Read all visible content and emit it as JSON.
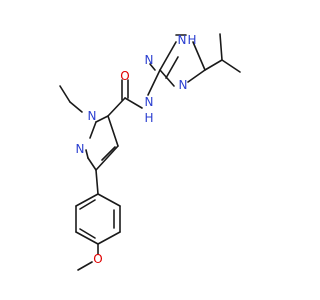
{
  "molecule": {
    "atoms": {
      "o_carbonyl": "O",
      "n_amide": "N",
      "h_amide": "H",
      "n_pyrazole_1": "N",
      "n_pyrazole_2": "N",
      "n_triazole_1": "N",
      "h_triazole": "H",
      "n_triazole_2": "N",
      "n_triazole_4": "N",
      "o_methoxy": "O"
    }
  },
  "colors": {
    "bond": "#1a1a1a",
    "nitrogen": "#2b3fd0",
    "oxygen": "#e00000",
    "background": "#ffffff"
  }
}
